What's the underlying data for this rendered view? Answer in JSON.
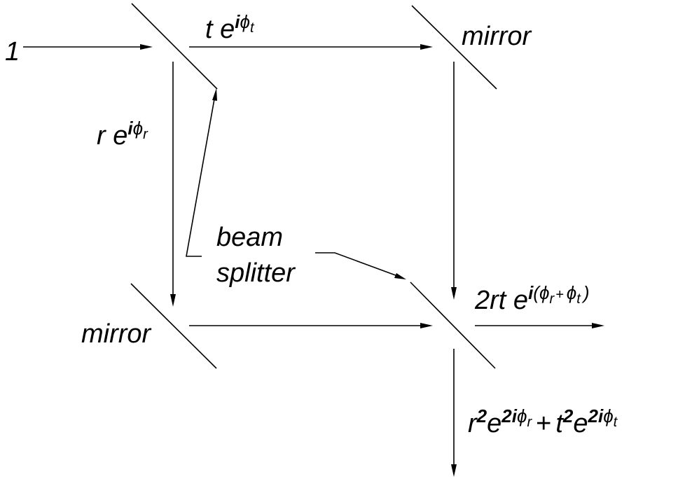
{
  "input_amplitude": "1",
  "transmitted": {
    "amp": "t",
    "e": "e",
    "i": "i",
    "phi": "ϕ",
    "sub": "t"
  },
  "reflected": {
    "amp": "r",
    "e": "e",
    "i": "i",
    "phi": "ϕ",
    "sub": "r"
  },
  "mirror_top_label": "mirror",
  "mirror_bottom_label": "mirror",
  "beam_splitter_label": {
    "line1": "beam",
    "line2": "splitter"
  },
  "output_right": {
    "amp": "2rt",
    "e": "e",
    "i": "i",
    "open": "(",
    "phi1": "ϕ",
    "sub1": "r",
    "plus": "+",
    "phi2": "ϕ",
    "sub2": "t",
    "close": ")"
  },
  "output_down": {
    "r": "r",
    "r_pow": "2",
    "e1": "e",
    "coef1": "2",
    "i1": "i",
    "phi1": "ϕ",
    "sub1": "r",
    "plus": "+",
    "t": "t",
    "t_pow": "2",
    "e2": "e",
    "coef2": "2",
    "i2": "i",
    "phi2": "ϕ",
    "sub2": "t"
  }
}
